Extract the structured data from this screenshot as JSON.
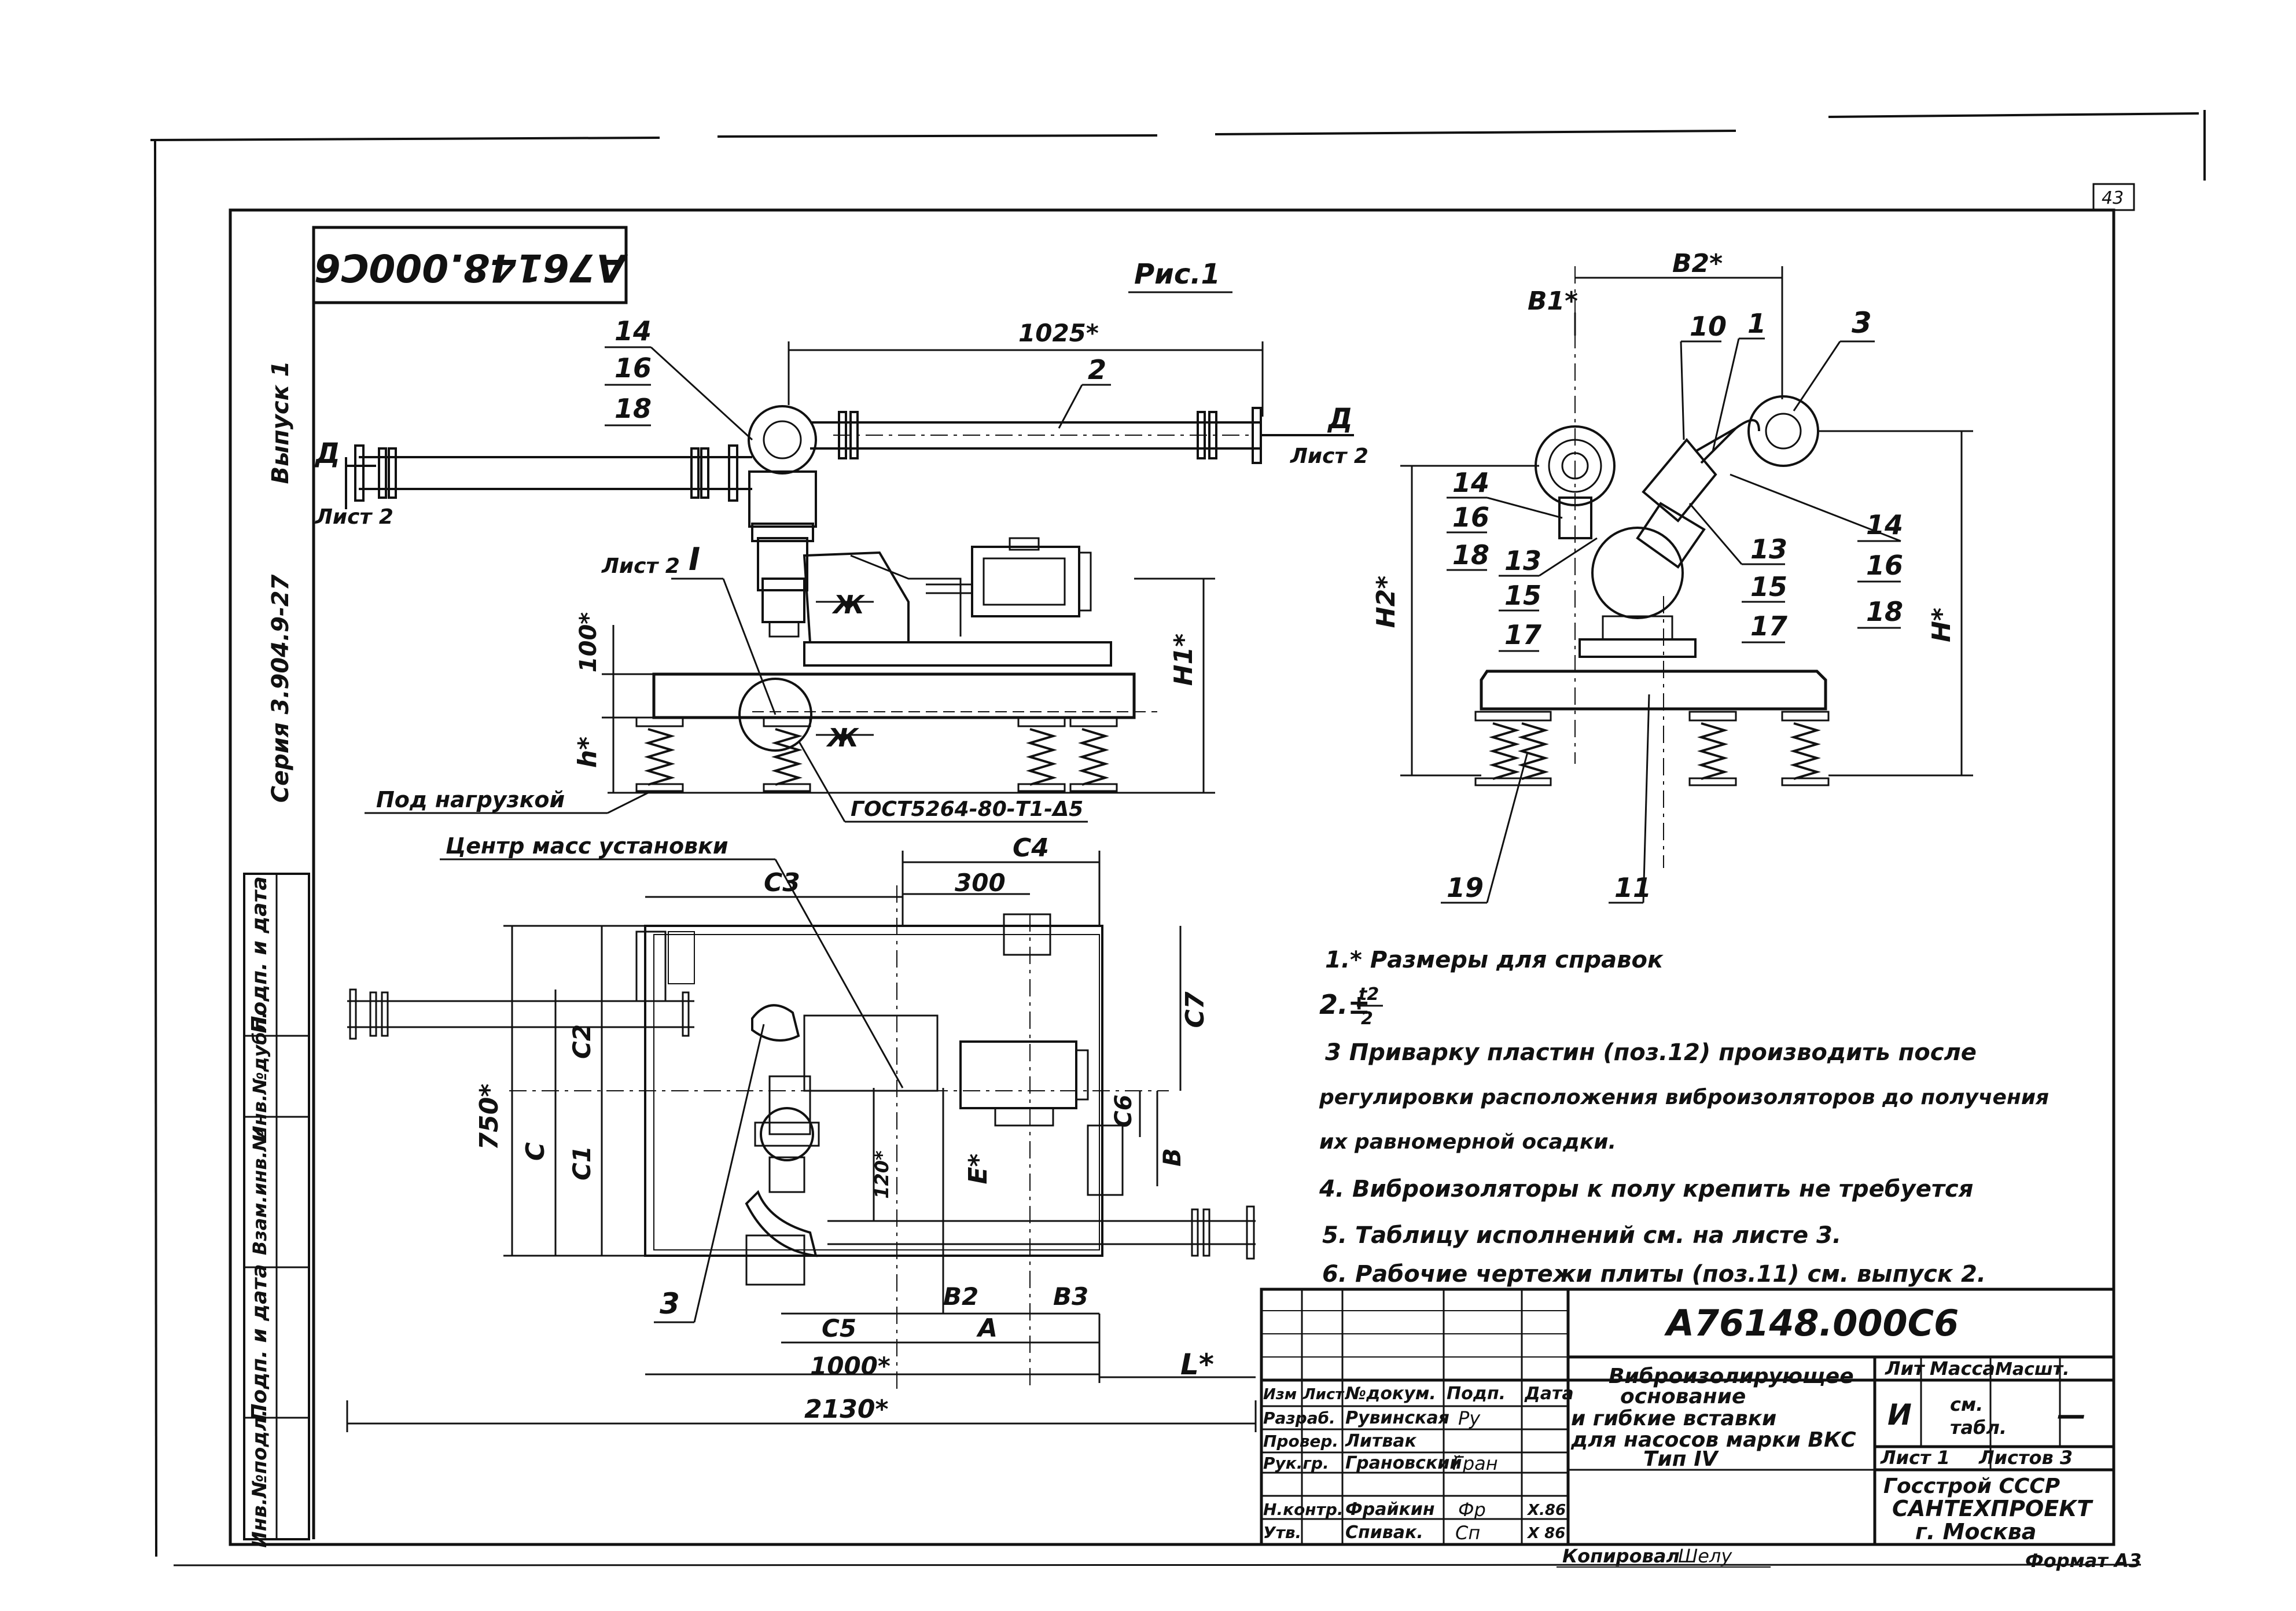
{
  "sheet": {
    "designation_top": "А76148.000С6",
    "series": "Серия 3.904.9-27",
    "issue": "Выпуск 1",
    "sheet_number": "43",
    "format": "Формат А3",
    "copied_by": "Копировал",
    "copied_sig": "Шелу"
  },
  "figure": {
    "title": "Рис.1",
    "section_mark": "Д",
    "sheet_ref": "Лист 2",
    "detail_mark": "I",
    "view_mark": "Ж",
    "under_load": "Под нагрузкой",
    "mass_center": "Центр масс установки",
    "gost": "ГОСТ5264-80-Т1-Δ5"
  },
  "callouts": {
    "pos_14": "14",
    "pos_16": "16",
    "pos_18": "18",
    "pos_2": "2",
    "pos_10": "10",
    "pos_1": "1",
    "pos_3": "3",
    "pos_13": "13",
    "pos_15": "15",
    "pos_17": "17",
    "pos_19": "19",
    "pos_11": "11"
  },
  "dimensions": {
    "d_1025": "1025*",
    "d_100": "100*",
    "d_h": "h*",
    "d_H1": "H1*",
    "d_B1": "B1*",
    "d_B2": "B2*",
    "d_H2": "H2*",
    "d_H": "H*",
    "d_C3": "C3",
    "d_C4": "C4",
    "d_300": "300",
    "d_C2": "C2",
    "d_C": "C",
    "d_C1": "C1",
    "d_750": "750*",
    "d_120": "120*",
    "d_E": "E*",
    "d_C6": "C6",
    "d_B": "B",
    "d_C7": "C7",
    "d_B2b": "B2",
    "d_B3": "B3",
    "d_C5": "C5",
    "d_A": "A",
    "d_1000": "1000*",
    "d_L": "L*",
    "d_2130": "2130*"
  },
  "notes": {
    "n1": "1.* Размеры для справок",
    "n2_a": "2.±",
    "n2_num": "t2",
    "n2_den": "2",
    "n3a": "3 Приварку пластин (поз.12) производить после",
    "n3b": "регулировки расположения виброизоляторов до получения",
    "n3c": "их равномерной осадки.",
    "n4": "4. Виброизоляторы к полу крепить не требуется",
    "n5": "5. Таблицу исполнений см. на листе 3.",
    "n6": "6. Рабочие чертежи плиты (поз.11) см. выпуск 2."
  },
  "side_stamp": {
    "inv_podl": "Инв.№подл.",
    "podp_data_1": "Подп. и дата",
    "vzam_inv": "Взам.инв.№",
    "inv_dubl": "Инв.№дубл.",
    "podp_data_2": "Подп. и дата"
  },
  "title_block": {
    "designation": "А76148.000С6",
    "name_l1": "Виброизолирующее",
    "name_l2": "основание",
    "name_l3": "и гибкие вставки",
    "name_l4": "для насосов марки ВКС",
    "name_l5": "Тип IV",
    "h_izm": "Изм",
    "h_list": "Лист",
    "h_ndok": "№докум.",
    "h_podp": "Подп.",
    "h_data": "Дата",
    "r1_role": "Разраб.",
    "r1_name": "Рувинская",
    "r1_sig": "Ру",
    "r2_role": "Провер.",
    "r2_name": "Литвак",
    "r3_role": "Рук.гр.",
    "r3_name": "Грановский",
    "r3_sig": "Гран",
    "r4_role": "Н.контр.",
    "r4_name": "Фрайкин",
    "r4_sig": "Фр",
    "r4_date": "X.86",
    "r5_role": "Утв.",
    "r5_name": "Спивак.",
    "r5_sig": "Сп",
    "r5_date": "X 86",
    "lit": "Лит",
    "massa": "Масса",
    "masht": "Масшт.",
    "lit_val": "И",
    "massa_val_1": "см.",
    "massa_val_2": "табл.",
    "masht_val": "—",
    "list": "Лист 1",
    "listov": "Листов 3",
    "org1": "Госстрой СССР",
    "org2": "САНТЕХПРОЕКТ",
    "org3": "г. Москва"
  }
}
